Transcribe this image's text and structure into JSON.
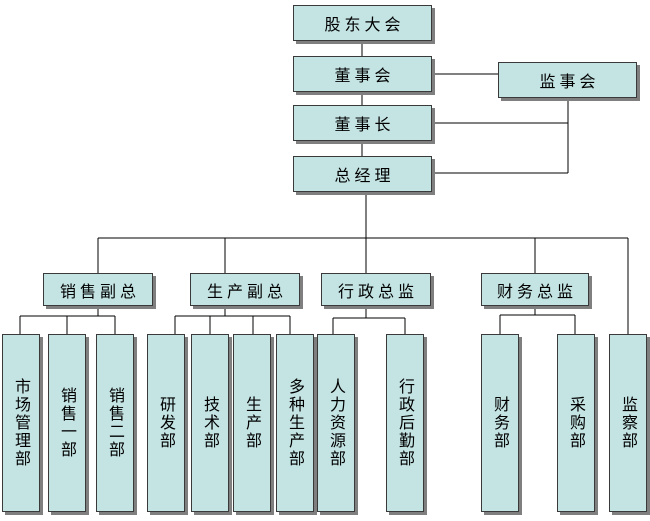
{
  "org": {
    "shareholders": "股东大会",
    "board": "董事会",
    "supervisory_board": "监事会",
    "chairman": "董事长",
    "general_manager": "总经理",
    "vp_sales": "销售副总",
    "vp_production": "生产副总",
    "admin_director": "行政总监",
    "finance_director": "财务总监",
    "dept_market": "市场管理部",
    "dept_sales1": "销售一部",
    "dept_sales2": "销售二部",
    "dept_rnd": "研发部",
    "dept_tech": "技术部",
    "dept_prod": "生产部",
    "dept_multi": "多种生产部",
    "dept_hr": "人力资源部",
    "dept_logistics": "行政后勤部",
    "dept_finance": "财务部",
    "dept_purchase": "采购部",
    "dept_audit": "监察部"
  }
}
